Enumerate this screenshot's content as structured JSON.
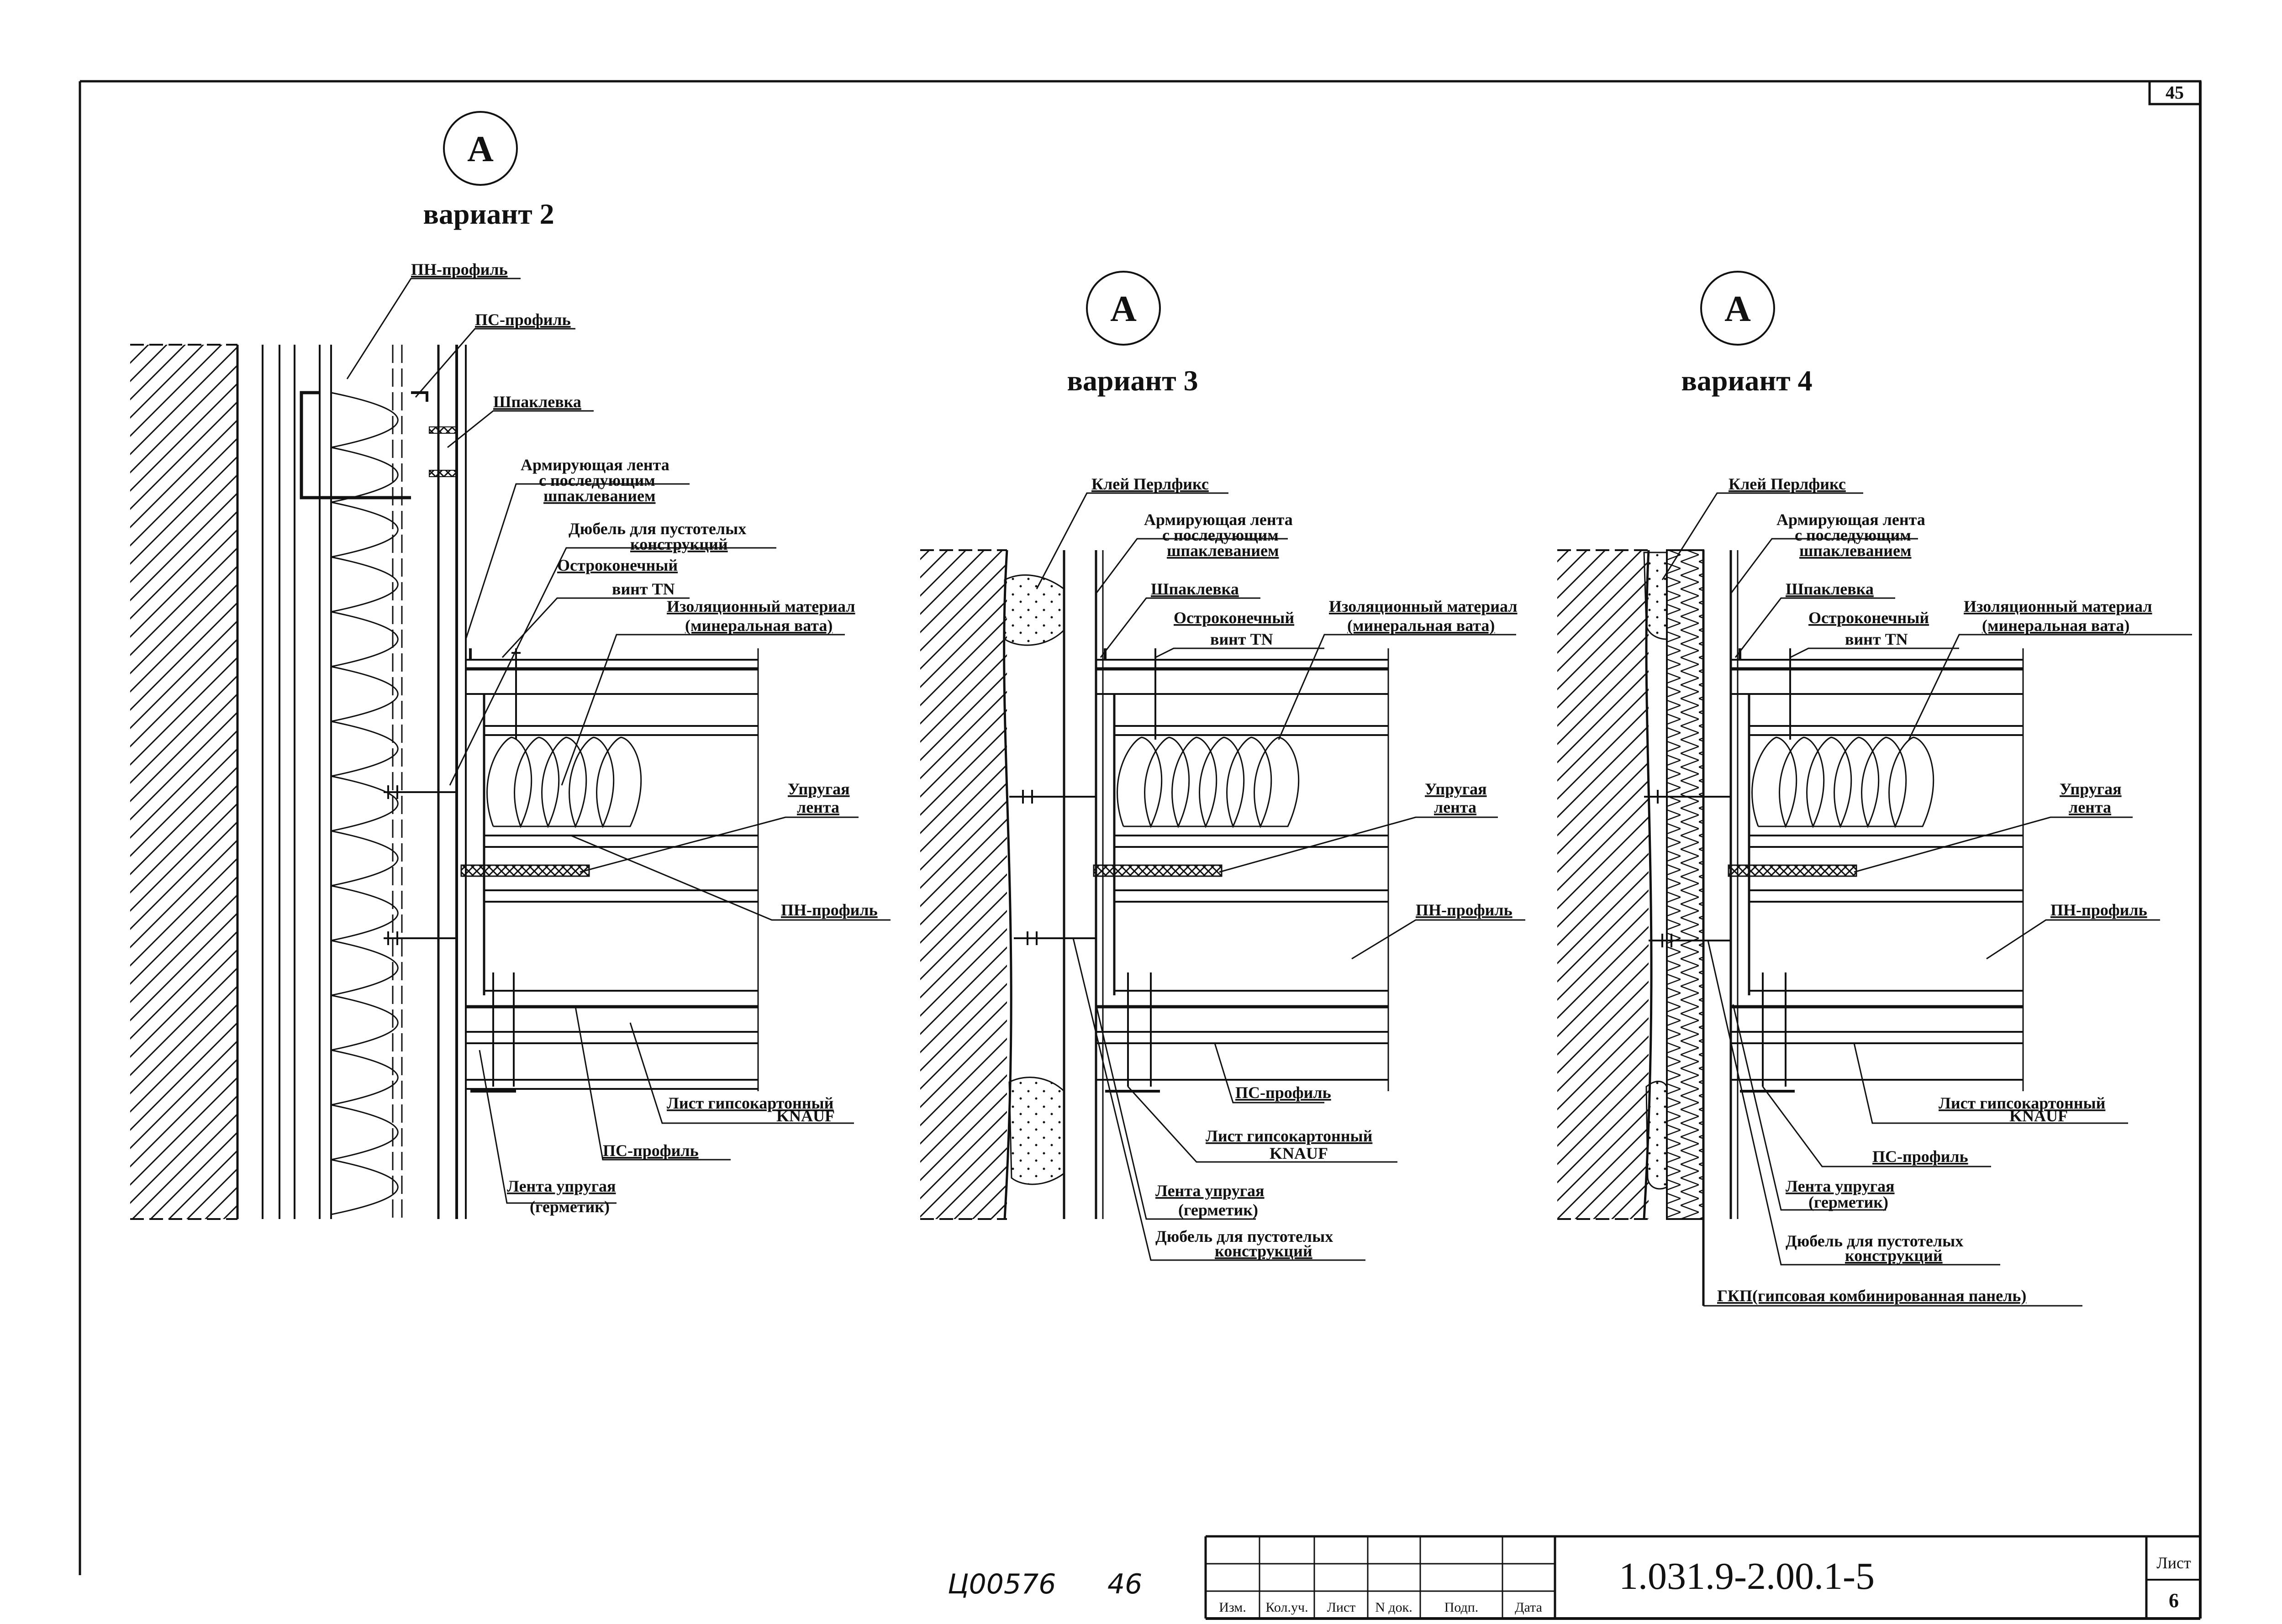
{
  "sheet": {
    "page_number": "45",
    "list_label": "Лист",
    "list_number": "6",
    "document_code": "1.031.9-2.00.1-5",
    "handwritten": [
      "Ц00576",
      "46"
    ],
    "title_block_headers": [
      "Изм.",
      "Кол.уч.",
      "Лист",
      "N док.",
      "Подп.",
      "Дата"
    ]
  },
  "details": [
    {
      "marker": "А",
      "title": "вариант 2",
      "labels": {
        "pn_top": "ПН-профиль",
        "ps_top": "ПС-профиль",
        "putty": "Шпаклевка",
        "tape_1": "Армирующая лента",
        "tape_2": "с последующим",
        "tape_3": "шпаклеванием",
        "dowel_1": "Дюбель для пустотелых",
        "dowel_2": "конструкций",
        "screw_1": "Остроконечный",
        "screw_2": "винт TN",
        "insul_1": "Изоляционный материал",
        "insul_2": "(минеральная вата)",
        "elastic_1": "Упругая",
        "elastic_2": "лента",
        "pn_mid": "ПН-профиль",
        "gkl_1": "Лист гипсокартонный",
        "gkl_2": "KNAUF",
        "ps_bot": "ПС-профиль",
        "seal_1": "Лента упругая",
        "seal_2": "(герметик)"
      }
    },
    {
      "marker": "А",
      "title": "вариант 3",
      "labels": {
        "glue": "Клей Перлфикс",
        "tape_1": "Армирующая лента",
        "tape_2": "с последующим",
        "tape_3": "шпаклеванием",
        "putty": "Шпаклевка",
        "screw_1": "Остроконечный",
        "screw_2": "винт TN",
        "insul_1": "Изоляционный материал",
        "insul_2": "(минеральная вата)",
        "elastic_1": "Упругая",
        "elastic_2": "лента",
        "pn_mid": "ПН-профиль",
        "ps_bot": "ПС-профиль",
        "gkl_1": "Лист гипсокартонный",
        "gkl_2": "KNAUF",
        "seal_1": "Лента упругая",
        "seal_2": "(герметик)",
        "dowel_1": "Дюбель для пустотелых",
        "dowel_2": "конструкций"
      }
    },
    {
      "marker": "А",
      "title": "вариант 4",
      "labels": {
        "glue": "Клей Перлфикс",
        "tape_1": "Армирующая лента",
        "tape_2": "с последующим",
        "tape_3": "шпаклеванием",
        "putty": "Шпаклевка",
        "screw_1": "Остроконечный",
        "screw_2": "винт TN",
        "insul_1": "Изоляционный материал",
        "insul_2": "(минеральная вата)",
        "elastic_1": "Упругая",
        "elastic_2": "лента",
        "pn_mid": "ПН-профиль",
        "gkl_1": "Лист гипсокартонный",
        "gkl_2": "KNAUF",
        "ps_bot": "ПС-профиль",
        "seal_1": "Лента упругая",
        "seal_2": "(герметик)",
        "dowel_1": "Дюбель для пустотелых",
        "dowel_2": "конструкций",
        "gkp": "ГКП(гипсовая комбинированная панель)"
      }
    }
  ]
}
